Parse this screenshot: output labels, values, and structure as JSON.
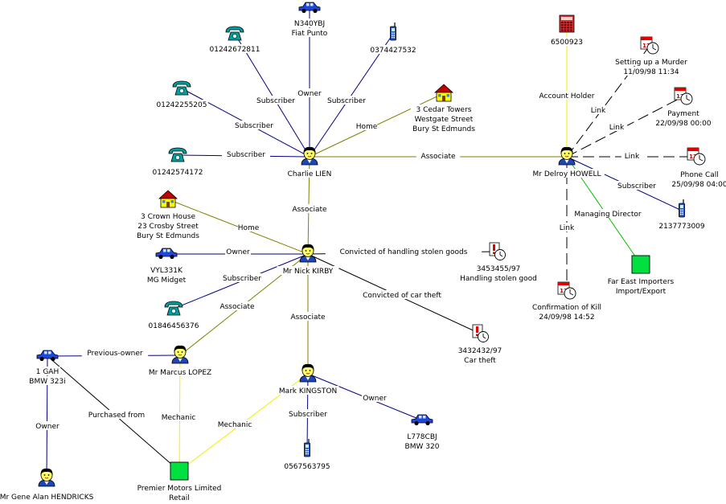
{
  "colors": {
    "navy": "#00007f",
    "olive": "#7f7f00",
    "black": "#000000",
    "yellow": "#f0f000",
    "green": "#00c000",
    "phone": "#00a0a0",
    "person_face": "#ffff60",
    "person_body": "#1e46b4",
    "car": "#1e46dc",
    "house_wall": "#ffff00",
    "house_roof": "#c00000",
    "company": "#00e040",
    "event_red": "#e00000",
    "mobile": "#2050c0"
  },
  "nodes": [
    {
      "id": "n340",
      "type": "car",
      "label": [
        "N340YBJ",
        "Fiat Punto"
      ]
    },
    {
      "id": "ph_top",
      "type": "phone",
      "label": [
        "01242672811"
      ]
    },
    {
      "id": "mob_top",
      "type": "mobile",
      "label": [
        "0374427532"
      ]
    },
    {
      "id": "ph_mid",
      "type": "phone",
      "label": [
        "01242255205"
      ]
    },
    {
      "id": "house_cedar",
      "type": "house",
      "label": [
        "3 Cedar Towers",
        "Westgate Street",
        "Bury St Edmunds"
      ]
    },
    {
      "id": "ph_left",
      "type": "phone",
      "label": [
        "01242574172"
      ]
    },
    {
      "id": "charlie",
      "type": "person",
      "label": [
        "Charlie LIEN"
      ]
    },
    {
      "id": "acct",
      "type": "account",
      "label": [
        "6500923"
      ]
    },
    {
      "id": "murder",
      "type": "event",
      "label": [
        "Setting up a Murder",
        "11/09/98 11:34"
      ]
    },
    {
      "id": "payment",
      "type": "event",
      "label": [
        "Payment",
        "22/09/98 00:00"
      ]
    },
    {
      "id": "phonecall",
      "type": "event",
      "label": [
        "Phone Call",
        "25/09/98 04:00"
      ]
    },
    {
      "id": "delroy",
      "type": "person",
      "label": [
        "Mr Delroy HOWELL"
      ]
    },
    {
      "id": "mob_right",
      "type": "mobile",
      "label": [
        "2137773009"
      ]
    },
    {
      "id": "fareast",
      "type": "company",
      "label": [
        "Far East Importers",
        "Import/Export"
      ]
    },
    {
      "id": "kill",
      "type": "event",
      "label": [
        "Confirmation of Kill",
        "24/09/98 14:52"
      ]
    },
    {
      "id": "house_crown",
      "type": "house",
      "label": [
        "3 Crown House",
        "23 Crosby Street",
        "Bury St Edmunds"
      ]
    },
    {
      "id": "vyl",
      "type": "car",
      "label": [
        "VYL331K",
        "MG Midget"
      ]
    },
    {
      "id": "nick",
      "type": "person",
      "label": [
        "Mr Nick KIRBY"
      ]
    },
    {
      "id": "crime1",
      "type": "crime",
      "label": [
        "3453455/97",
        "Handling stolen good"
      ]
    },
    {
      "id": "ph_low",
      "type": "phone",
      "label": [
        "01846456376"
      ]
    },
    {
      "id": "crime2",
      "type": "crime",
      "label": [
        "3432432/97",
        "Car theft"
      ]
    },
    {
      "id": "gah",
      "type": "car",
      "label": [
        "1 GAH",
        "BMW 323i"
      ]
    },
    {
      "id": "marcus",
      "type": "person",
      "label": [
        "Mr Marcus LOPEZ"
      ]
    },
    {
      "id": "mark",
      "type": "person",
      "label": [
        "Mark KINGSTON"
      ]
    },
    {
      "id": "l778",
      "type": "car",
      "label": [
        "L778CBJ",
        "BMW 320"
      ]
    },
    {
      "id": "mob_bottom",
      "type": "mobile",
      "label": [
        "0567563795"
      ]
    },
    {
      "id": "gene",
      "type": "person",
      "label": [
        "Mr Gene Alan HENDRICKS"
      ]
    },
    {
      "id": "premier",
      "type": "company",
      "label": [
        "Premier Motors Limited",
        "Retail"
      ]
    }
  ],
  "links": [
    {
      "from": "charlie",
      "to": "n340",
      "label": "Owner",
      "color": "navy",
      "style": "solid"
    },
    {
      "from": "charlie",
      "to": "ph_top",
      "label": "Subscriber",
      "color": "navy",
      "style": "solid"
    },
    {
      "from": "charlie",
      "to": "mob_top",
      "label": "Subscriber",
      "color": "navy",
      "style": "solid"
    },
    {
      "from": "charlie",
      "to": "ph_mid",
      "label": "Subscriber",
      "color": "navy",
      "style": "solid"
    },
    {
      "from": "charlie",
      "to": "house_cedar",
      "label": "Home",
      "color": "olive",
      "style": "solid"
    },
    {
      "from": "charlie",
      "to": "ph_left",
      "label": "Subscriber",
      "color": "navy",
      "style": "solid"
    },
    {
      "from": "charlie",
      "to": "delroy",
      "label": "Associate",
      "color": "olive",
      "style": "solid"
    },
    {
      "from": "charlie",
      "to": "nick",
      "label": "Associate",
      "color": "olive",
      "style": "solid"
    },
    {
      "from": "delroy",
      "to": "acct",
      "label": "Account Holder",
      "color": "yellow",
      "style": "solid"
    },
    {
      "from": "delroy",
      "to": "murder",
      "label": "Link",
      "color": "black",
      "style": "dashed"
    },
    {
      "from": "delroy",
      "to": "payment",
      "label": "Link",
      "color": "black",
      "style": "dashed"
    },
    {
      "from": "delroy",
      "to": "phonecall",
      "label": "Link",
      "color": "black",
      "style": "dashed"
    },
    {
      "from": "delroy",
      "to": "mob_right",
      "label": "Subscriber",
      "color": "navy",
      "style": "solid"
    },
    {
      "from": "delroy",
      "to": "fareast",
      "label": "Managing Director",
      "color": "green",
      "style": "solid"
    },
    {
      "from": "delroy",
      "to": "kill",
      "label": "Link",
      "color": "black",
      "style": "dashed"
    },
    {
      "from": "nick",
      "to": "house_crown",
      "label": "Home",
      "color": "olive",
      "style": "solid"
    },
    {
      "from": "nick",
      "to": "vyl",
      "label": "Owner",
      "color": "navy",
      "style": "solid"
    },
    {
      "from": "nick",
      "to": "crime1",
      "label": "Convicted of handling stolen goods",
      "color": "black",
      "style": "solid"
    },
    {
      "from": "nick",
      "to": "ph_low",
      "label": "Subscriber",
      "color": "navy",
      "style": "solid"
    },
    {
      "from": "nick",
      "to": "marcus",
      "label": "Associate",
      "color": "olive",
      "style": "solid"
    },
    {
      "from": "nick",
      "to": "crime2",
      "label": "Convicted of car theft",
      "color": "black",
      "style": "solid"
    },
    {
      "from": "nick",
      "to": "mark",
      "label": "Associate",
      "color": "olive",
      "style": "solid"
    },
    {
      "from": "marcus",
      "to": "gah",
      "label": "Previous-owner",
      "color": "navy",
      "style": "solid"
    },
    {
      "from": "marcus",
      "to": "premier",
      "label": "Mechanic",
      "color": "yellow",
      "style": "solid"
    },
    {
      "from": "mark",
      "to": "premier",
      "label": "Mechanic",
      "color": "yellow",
      "style": "solid"
    },
    {
      "from": "mark",
      "to": "l778",
      "label": "Owner",
      "color": "navy",
      "style": "solid"
    },
    {
      "from": "mark",
      "to": "mob_bottom",
      "label": "Subscriber",
      "color": "navy",
      "style": "solid"
    },
    {
      "from": "gah",
      "to": "gene",
      "label": "Owner",
      "color": "navy",
      "style": "solid"
    },
    {
      "from": "gah",
      "to": "premier",
      "label": "Purchased from",
      "color": "black",
      "style": "solid"
    }
  ]
}
